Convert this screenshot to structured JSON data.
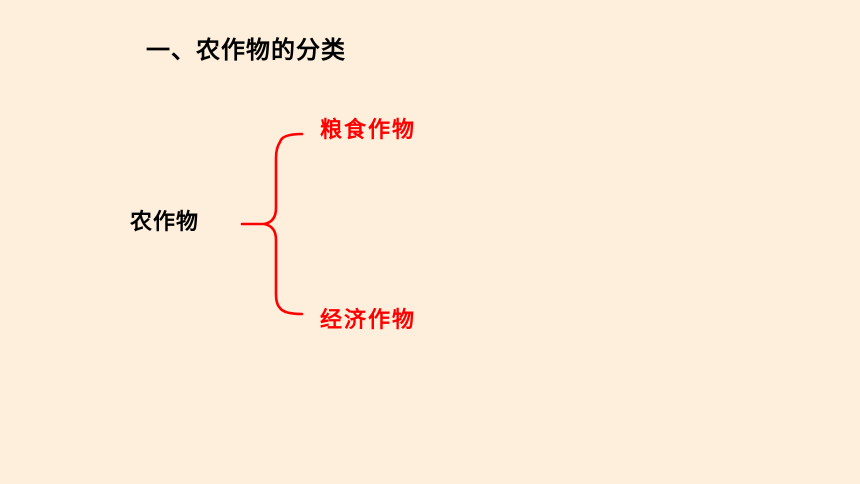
{
  "slide": {
    "background_color": "#FDEFDB",
    "heading": "一、农作物的分类",
    "diagram": {
      "root": "农作物",
      "root_color": "#000000",
      "branches": [
        {
          "label": "粮食作物"
        },
        {
          "label": "经济作物"
        }
      ],
      "branch_color": "#FF0000",
      "brace_color": "#FF0000"
    }
  }
}
